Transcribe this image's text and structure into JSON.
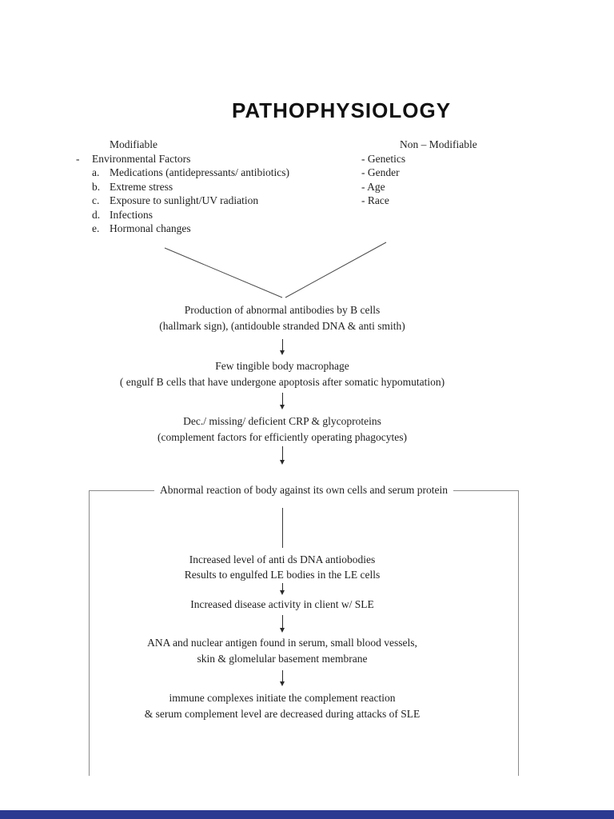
{
  "title": "PATHOPHYSIOLOGY",
  "factors": {
    "modifiable": {
      "heading": "Modifiable",
      "bullet": "-",
      "group_label": "Environmental Factors",
      "items": [
        {
          "marker": "a.",
          "text": "Medications (antidepressants/ antibiotics)"
        },
        {
          "marker": "b.",
          "text": "Extreme stress"
        },
        {
          "marker": "c.",
          "text": "Exposure to sunlight/UV radiation"
        },
        {
          "marker": "d.",
          "text": "Infections"
        },
        {
          "marker": "e.",
          "text": "Hormonal changes"
        }
      ]
    },
    "non_modifiable": {
      "heading": "Non – Modifiable",
      "items": [
        "- Genetics",
        "- Gender",
        "- Age",
        "- Race"
      ]
    }
  },
  "flow": {
    "step1": {
      "line1": "Production of abnormal antibodies by B cells",
      "line2": "(hallmark sign), (antidouble stranded DNA & anti smith)"
    },
    "step2": {
      "line1": "Few tingible body macrophage",
      "line2": "( engulf B cells that have undergone apoptosis after somatic hypomutation)"
    },
    "step3": {
      "line1": "Dec./ missing/ deficient CRP & glycoproteins",
      "line2": "(complement factors for efficiently operating phagocytes)"
    },
    "box_title": "Abnormal reaction of body against its own cells and serum protein",
    "step4": {
      "line1": "Increased level of anti ds DNA antiobodies",
      "line2": "Results to engulfed LE bodies in the LE cells"
    },
    "step5": {
      "line1": "Increased disease activity in client w/ SLE"
    },
    "step6": {
      "line1": "ANA and nuclear antigen found in serum, small blood vessels,",
      "line2": "skin & glomelular basement membrane"
    },
    "step7": {
      "line1": "immune complexes initiate the complement reaction",
      "line2": "& serum complement level are decreased during attacks of SLE"
    }
  },
  "colors": {
    "footer_bar": "#2b3990",
    "box_line": "#8a8a8a",
    "text": "#1f1f1f"
  }
}
